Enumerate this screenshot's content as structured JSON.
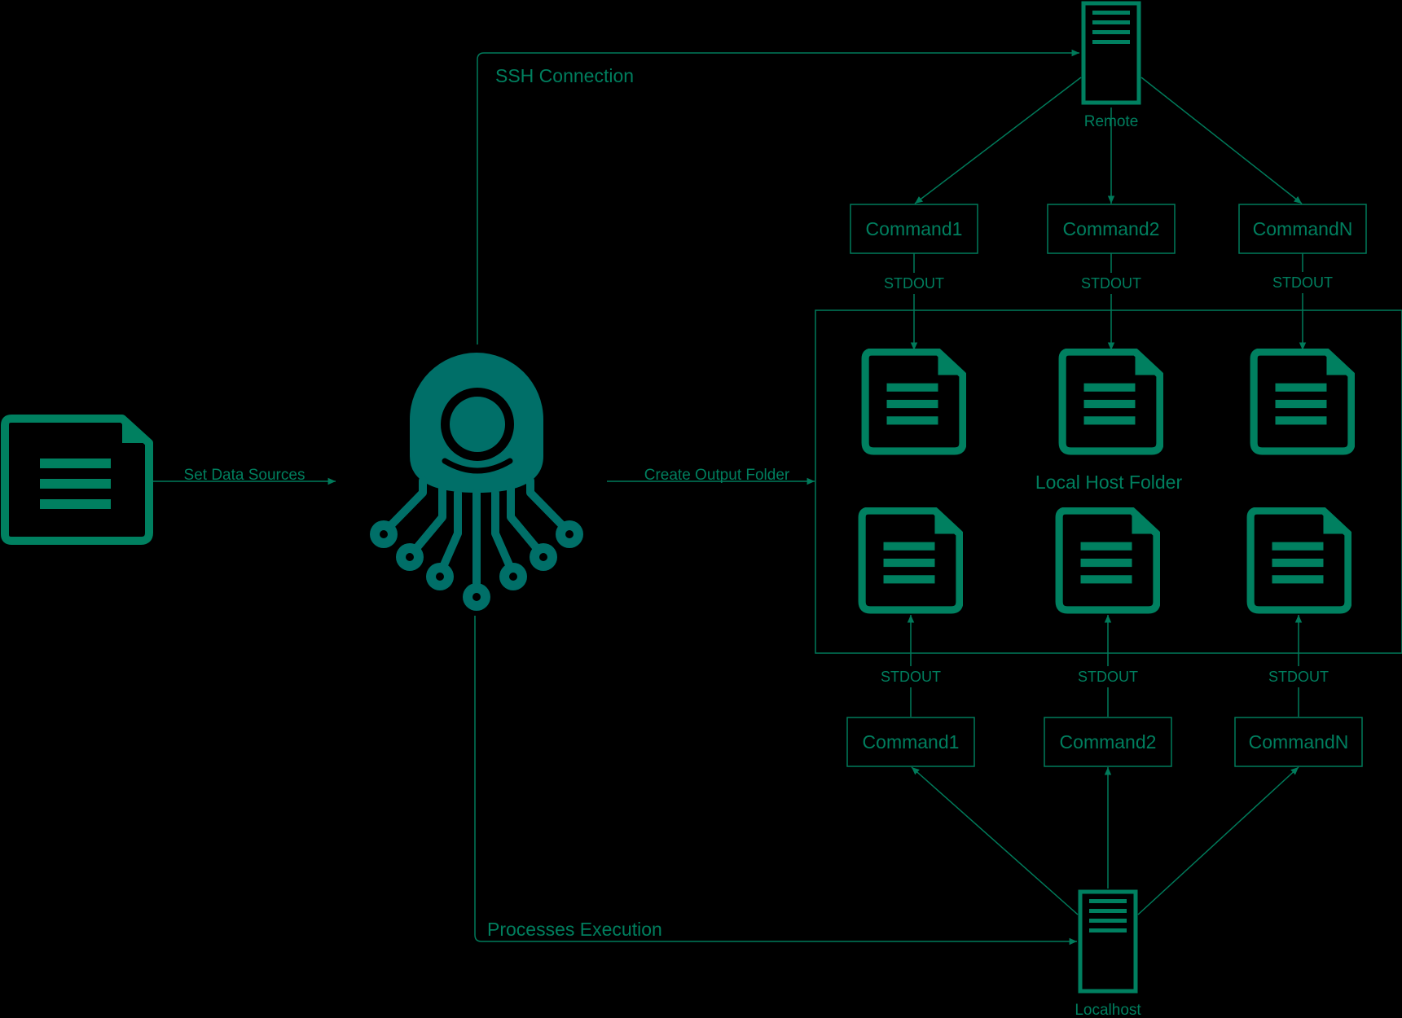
{
  "colors": {
    "background": "#000000",
    "line": "#007a5a",
    "text": "#007e5e",
    "doc_icon": "#008060",
    "octopus": "#006f68"
  },
  "icons": {
    "data_sources": "document-icon",
    "octopus": "octopus-icon",
    "remote_server": "server-icon",
    "local_server": "server-icon",
    "output_file": "document-icon"
  },
  "labels": {
    "set_data_sources": "Set Data Sources",
    "create_output_folder": "Create Output Folder",
    "ssh_connection": "SSH Connection",
    "processes_execution": "Processes Execution",
    "remote": "Remote",
    "localhost": "Localhost",
    "local_host_folder": "Local Host Folder"
  },
  "remote_commands": [
    {
      "label": "Command1",
      "stdout": "STDOUT"
    },
    {
      "label": "Command2",
      "stdout": "STDOUT"
    },
    {
      "label": "CommandN",
      "stdout": "STDOUT"
    }
  ],
  "local_commands": [
    {
      "label": "Command1",
      "stdout": "STDOUT"
    },
    {
      "label": "Command2",
      "stdout": "STDOUT"
    },
    {
      "label": "CommandN",
      "stdout": "STDOUT"
    }
  ]
}
